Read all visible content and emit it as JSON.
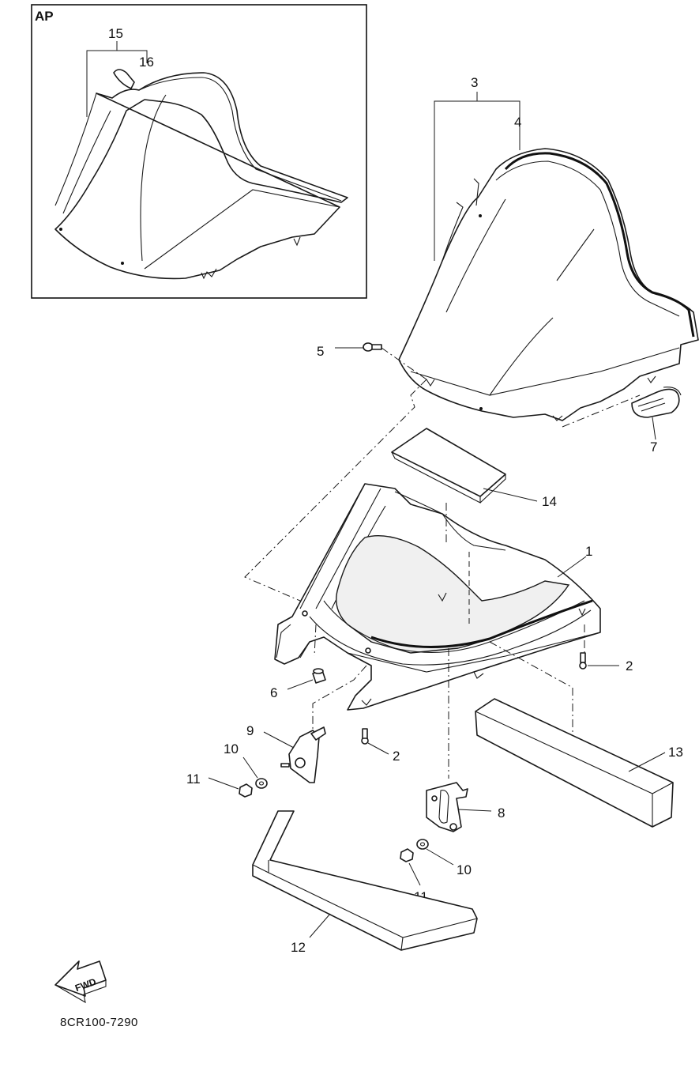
{
  "inset": {
    "label": "AP"
  },
  "drawing_code": "8CR100-7290",
  "fwd_arrow": {
    "text": "FWD"
  },
  "callouts": {
    "c1": "1",
    "c2a": "2",
    "c2b": "2",
    "c3": "3",
    "c4": "4",
    "c5": "5",
    "c6": "6",
    "c7": "7",
    "c8": "8",
    "c9": "9",
    "c10a": "10",
    "c10b": "10",
    "c11a": "11",
    "c11b": "11",
    "c12": "12",
    "c13": "13",
    "c14": "14",
    "c15": "15",
    "c16": "16"
  }
}
